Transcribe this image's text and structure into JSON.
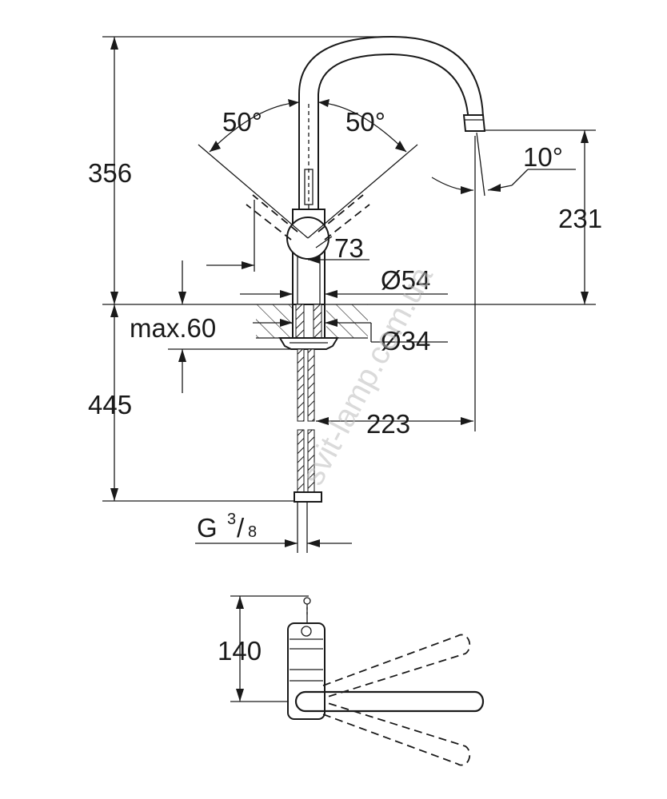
{
  "dimensions": {
    "height_total": "356",
    "height_outlet": "231",
    "below_counter": "445",
    "swivel_left": "50°",
    "swivel_right": "50°",
    "spout_angle": "10°",
    "handle_radius": "73",
    "base_diameter": "Ø54",
    "max_counter": "max.60",
    "hole_diameter": "Ø34",
    "reach": "223",
    "thread_g": "G",
    "thread_num": "3",
    "thread_den": "8",
    "top_depth": "140"
  },
  "watermark": "svit-lamp.com.ua"
}
